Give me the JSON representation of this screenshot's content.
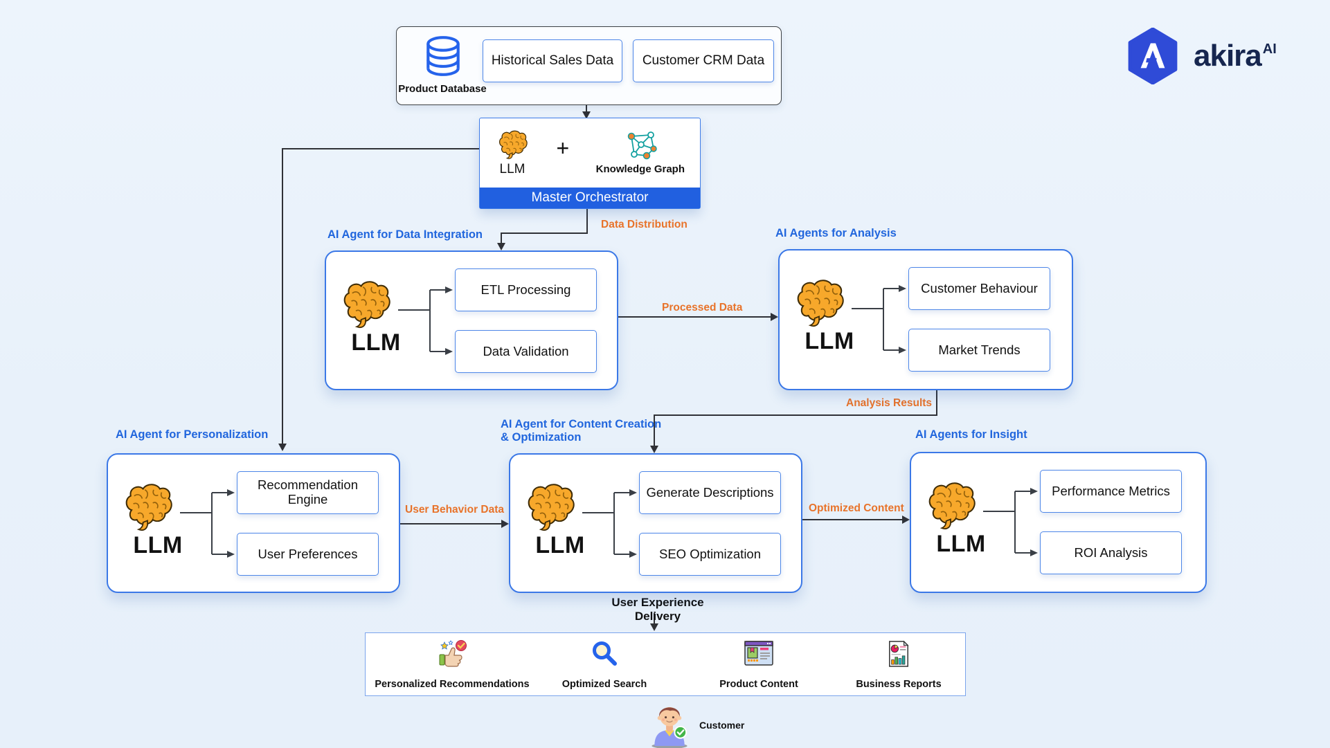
{
  "colors": {
    "background": "#e9f1fa",
    "accent_blue": "#2166dd",
    "bar_blue": "#2160e0",
    "box_border_blue": "#3b78e7",
    "flow_orange": "#e8732a",
    "line_dark": "#2f3136",
    "brain_orange": "#f7a82b",
    "logo_navy": "#16264f",
    "logo_hex_blue": "#2f4bd7"
  },
  "logo": {
    "brand": "akira",
    "sup": "AI"
  },
  "sources": {
    "database_label": "Product Database",
    "items": [
      "Historical Sales Data",
      "Customer CRM Data"
    ]
  },
  "orchestrator": {
    "llm": "LLM",
    "plus": "+",
    "knowledge_graph": "Knowledge Graph",
    "title": "Master Orchestrator"
  },
  "flows": {
    "data_distribution": "Data Distribution",
    "processed_data": "Processed Data",
    "analysis_results": "Analysis Results",
    "user_behavior_data": "User Behavior Data",
    "optimized_content": "Optimized Content",
    "user_experience_delivery": "User Experience Delivery"
  },
  "agents": {
    "integration": {
      "label": "AI Agent for Data Integration",
      "llm": "LLM",
      "outputs": [
        "ETL Processing",
        "Data Validation"
      ]
    },
    "analysis": {
      "label": "AI Agents for Analysis",
      "llm": "LLM",
      "outputs": [
        "Customer Behaviour",
        "Market Trends"
      ]
    },
    "personalization": {
      "label": "AI Agent for Personalization",
      "llm": "LLM",
      "outputs": [
        "Recommendation Engine",
        "User Preferences"
      ]
    },
    "content": {
      "label_line1": "AI Agent for Content Creation",
      "label_line2": "& Optimization",
      "llm": "LLM",
      "outputs": [
        "Generate Descriptions",
        "SEO Optimization"
      ]
    },
    "insight": {
      "label": "AI Agents for Insight",
      "llm": "LLM",
      "outputs": [
        "Performance Metrics",
        "ROI Analysis"
      ]
    }
  },
  "delivery": {
    "items": [
      "Personalized Recommendations",
      "Optimized Search",
      "Product Content",
      "Business Reports"
    ]
  },
  "customer": {
    "label": "Customer"
  }
}
